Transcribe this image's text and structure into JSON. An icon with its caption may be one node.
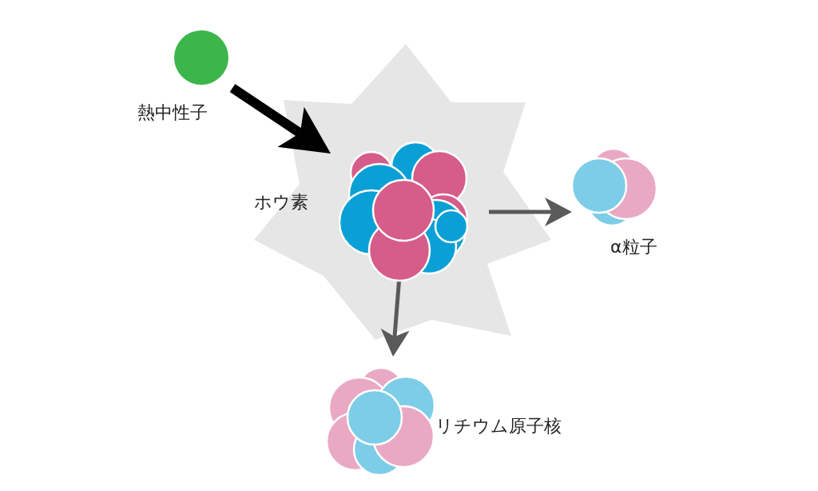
{
  "diagram": {
    "nodes": [
      {
        "text": [
          "熱中性子"
        ]
      },
      {
        "text": [],
        "shape": "picture",
        "beside": [
          "ホウ素"
        ]
      },
      {
        "text": [
          "α粒子"
        ]
      },
      {
        "text": [
          "リチウム原子核"
        ]
      }
    ],
    "edges": [
      {
        "from": 0,
        "to": 1,
        "arrow": "to",
        "style": "thick",
        "color": "#000000"
      },
      {
        "from": 1,
        "to": 2,
        "arrow": "to"
      },
      {
        "from": 1,
        "to": 3,
        "arrow": "to"
      }
    ]
  }
}
